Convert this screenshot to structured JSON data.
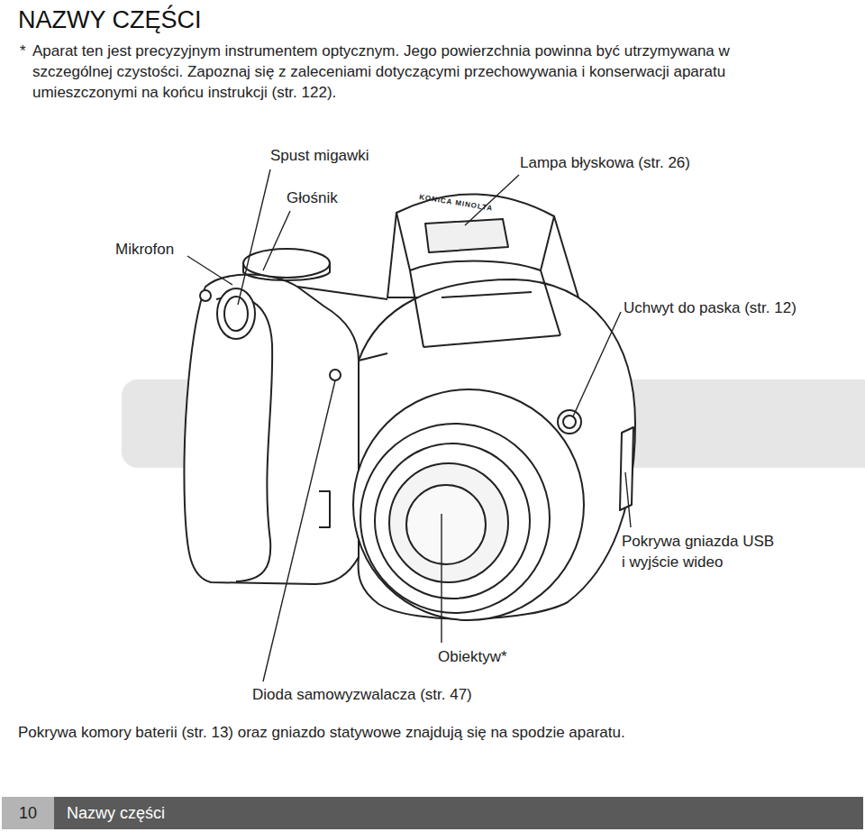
{
  "diagram": {
    "title": "NAZWY CZĘŚCI",
    "nodes": [
      {
        "text": [
          "10",
          "Nazwy części"
        ]
      }
    ],
    "labels": [
      "*",
      "Aparat ten jest precyzyjnym instrumentem optycznym. Jego powierzchnia powinna być utrzymywana w szczególnej czystości. Zapoznaj się z zaleceniami dotyczącymi przechowywania i konserwacji aparatu umieszczonymi na końcu instrukcji (str. 122).",
      "Spust migawki",
      "Głośnik",
      "Lampa błyskowa (str. 26)",
      "Mikrofon",
      "Uchwyt do paska (str. 12)",
      "Pokrywa gniazda USB i wyjście wideo",
      "Obiektyw*",
      "Dioda samowyzwalacza (str. 47)",
      "Pokrywa komory baterii (str. 13) oraz gniazdo statywowe znajdują się na spodzie aparatu.",
      "KONICA MINOLTA"
    ]
  }
}
